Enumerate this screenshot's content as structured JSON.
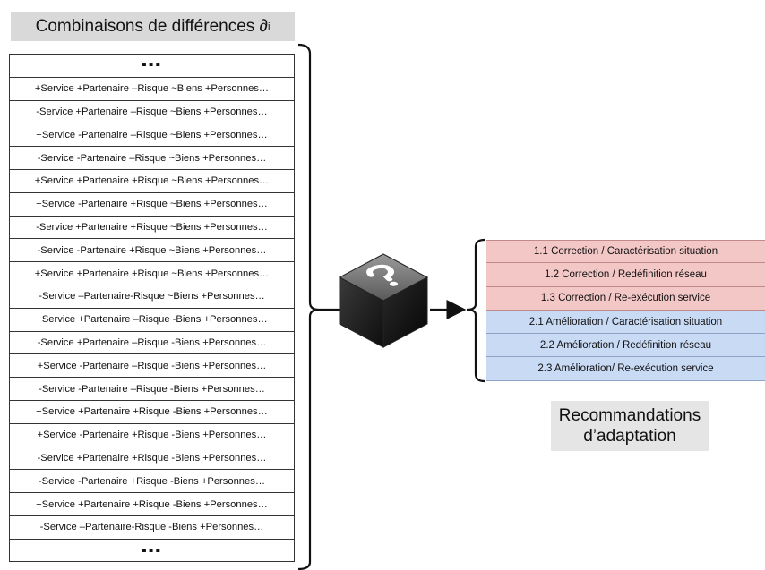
{
  "title": {
    "text": "Combinaisons de différences ∂",
    "sub": "i"
  },
  "combinations": [
    "▪▪▪",
    "+Service +Partenaire –Risque ~Biens +Personnes…",
    "-Service +Partenaire –Risque ~Biens +Personnes…",
    "+Service -Partenaire –Risque ~Biens +Personnes…",
    "-Service -Partenaire –Risque ~Biens +Personnes…",
    "+Service +Partenaire +Risque ~Biens +Personnes…",
    "+Service -Partenaire +Risque ~Biens +Personnes…",
    "-Service +Partenaire +Risque ~Biens +Personnes…",
    "-Service -Partenaire +Risque ~Biens +Personnes…",
    "+Service +Partenaire +Risque ~Biens +Personnes…",
    "-Service –Partenaire-Risque ~Biens +Personnes…",
    "+Service +Partenaire –Risque -Biens +Personnes…",
    "-Service +Partenaire –Risque -Biens +Personnes…",
    "+Service -Partenaire –Risque -Biens +Personnes…",
    "-Service -Partenaire –Risque -Biens +Personnes…",
    "+Service +Partenaire +Risque -Biens +Personnes…",
    "+Service -Partenaire +Risque -Biens +Personnes…",
    "-Service +Partenaire +Risque -Biens +Personnes…",
    "-Service -Partenaire +Risque -Biens +Personnes…",
    "+Service +Partenaire +Risque -Biens +Personnes…",
    "-Service –Partenaire-Risque -Biens +Personnes…",
    "▪▪▪"
  ],
  "recommendations": [
    {
      "label": "1.1 Correction / Caractérisation situation",
      "color": "#f4c7c7"
    },
    {
      "label": "1.2 Correction / Redéfinition réseau",
      "color": "#f4c7c7"
    },
    {
      "label": "1.3 Correction / Re-exécution service",
      "color": "#f4c7c7"
    },
    {
      "label": "2.1 Amélioration / Caractérisation situation",
      "color": "#c9daf5"
    },
    {
      "label": "2.2 Amélioration / Redéfinition réseau",
      "color": "#c9daf5"
    },
    {
      "label": "2.3 Amélioration/ Re-exécution service",
      "color": "#c9daf5"
    }
  ],
  "subtitle": {
    "line1": "Recommandations",
    "line2": "d’adaptation"
  },
  "cube_icon": "question-cube-icon"
}
